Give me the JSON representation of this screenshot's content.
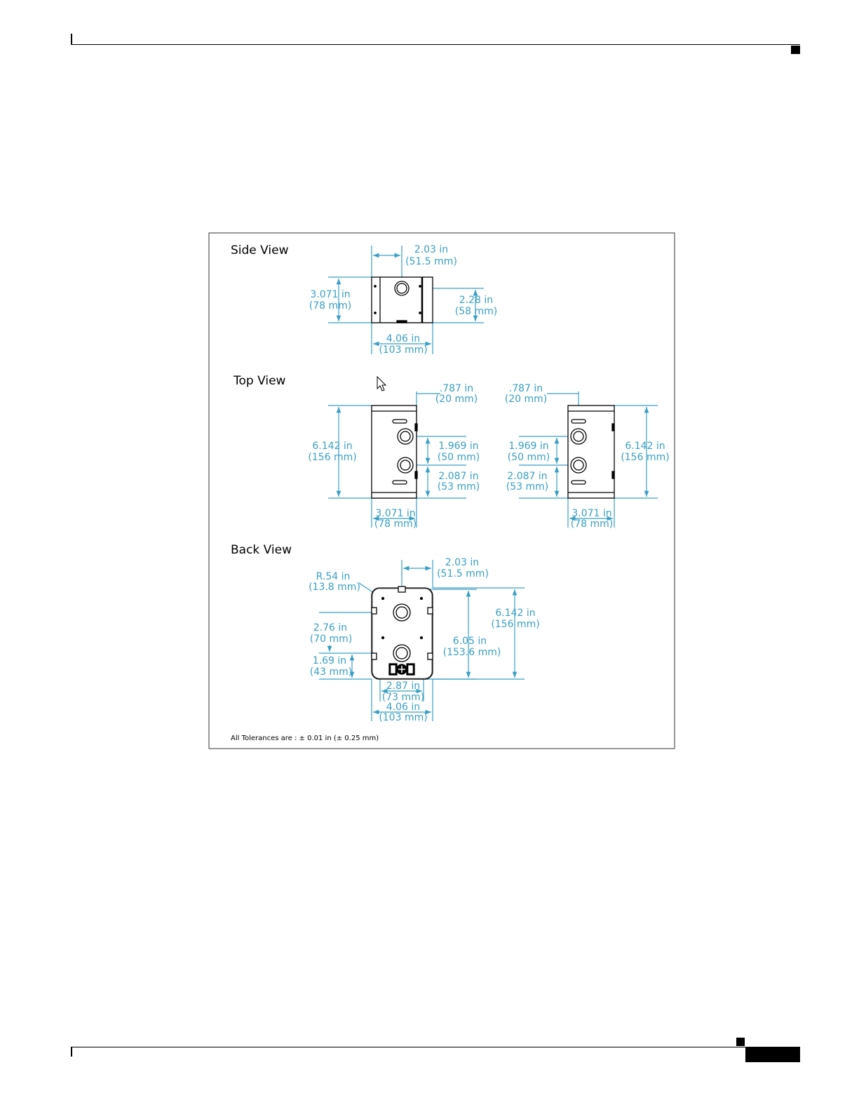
{
  "colors": {
    "dimension": "#3a9fc5",
    "outline": "#000000"
  },
  "figure": {
    "side_view": {
      "title": "Side View",
      "width_top": [
        "2.03 in",
        "(51.5 mm)"
      ],
      "height": [
        "3.071 in",
        "(78 mm)"
      ],
      "hole_height": [
        "2.28 in",
        "(58 mm)"
      ],
      "width_bottom": [
        "4.06 in",
        "(103 mm)"
      ]
    },
    "top_view": {
      "title": "Top View",
      "left": {
        "offset": [
          ".787 in",
          "(20 mm)"
        ],
        "height": [
          "6.142 in",
          "(156 mm)"
        ],
        "hole_spacing": [
          "1.969 in",
          "(50 mm)"
        ],
        "hole_bottom": [
          "2.087 in",
          "(53 mm)"
        ],
        "width": [
          "3.071 in",
          "(78 mm)"
        ]
      },
      "right": {
        "offset": [
          ".787 in",
          "(20 mm)"
        ],
        "height": [
          "6.142 in",
          "(156 mm)"
        ],
        "hole_spacing": [
          "1.969 in",
          "(50 mm)"
        ],
        "hole_bottom": [
          "2.087 in",
          "(53 mm)"
        ],
        "width": [
          "3.071 in",
          "(78 mm)"
        ]
      }
    },
    "back_view": {
      "title": "Back View",
      "center_offset": [
        "2.03 in",
        "(51.5 mm)"
      ],
      "radius": [
        "R.54 in",
        "(13.8 mm)"
      ],
      "overall_height": [
        "6.142 in",
        "(156 mm)"
      ],
      "hole_height": [
        "6.05 in",
        "(153.6 mm)"
      ],
      "hole_spacing": [
        "2.76 in",
        "(70 mm)"
      ],
      "hole_bottom": [
        "1.69 in",
        "(43 mm)"
      ],
      "inner_width": [
        "2.87 in",
        "(73 mm)"
      ],
      "outer_width": [
        "4.06 in",
        "(103 mm)"
      ]
    },
    "tolerance_note": "All Tolerances are : ± 0.01 in (± 0.25 mm)"
  }
}
